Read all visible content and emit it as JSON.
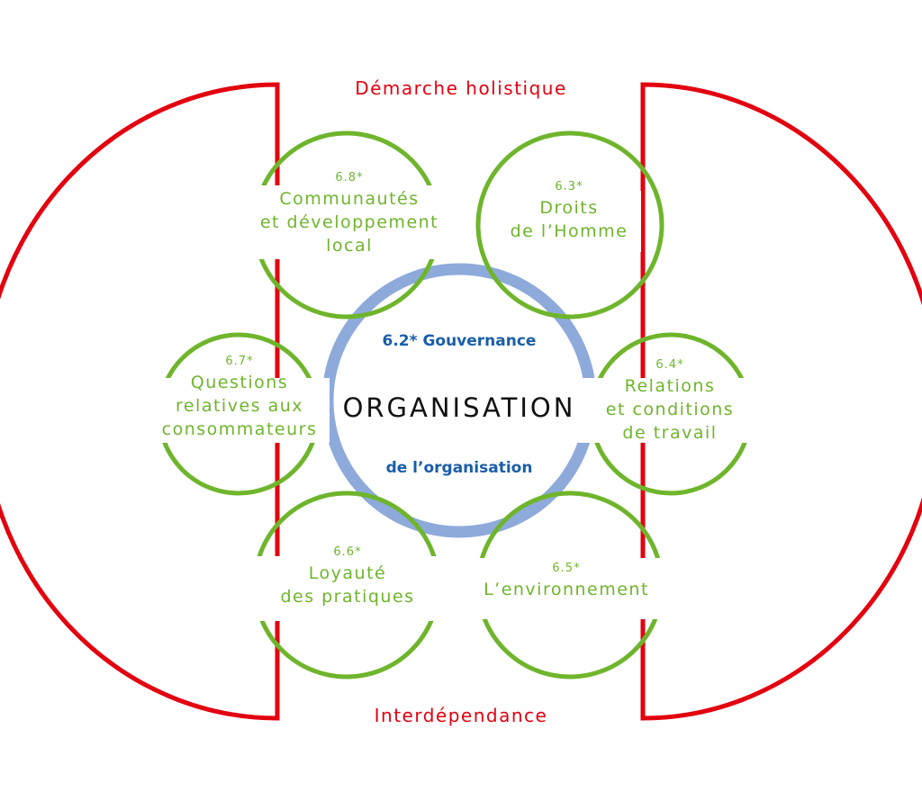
{
  "diagram": {
    "frame": {
      "top_label": "Démarche holistique",
      "bottom_label": "Interdépendance",
      "color": "#e3000f"
    },
    "center": {
      "title": "ORGANISATION",
      "governance_top": "6.2* Gouvernance",
      "governance_bottom": "de l’organisation",
      "ring_color": "#8eaadb",
      "text_color": "#1a5ea8"
    },
    "topic_color": "#6fb52c",
    "topics": [
      {
        "code": "6.8*",
        "lines": [
          "Communautés",
          "et développement",
          "local"
        ]
      },
      {
        "code": "6.3*",
        "lines": [
          "Droits",
          "de l’Homme"
        ]
      },
      {
        "code": "6.7*",
        "lines": [
          "Questions",
          "relatives aux",
          "consommateurs"
        ]
      },
      {
        "code": "6.4*",
        "lines": [
          "Relations",
          "et conditions",
          "de travail"
        ]
      },
      {
        "code": "6.6*",
        "lines": [
          "Loyauté",
          "des pratiques"
        ]
      },
      {
        "code": "6.5*",
        "lines": [
          "L’environnement"
        ]
      }
    ]
  }
}
